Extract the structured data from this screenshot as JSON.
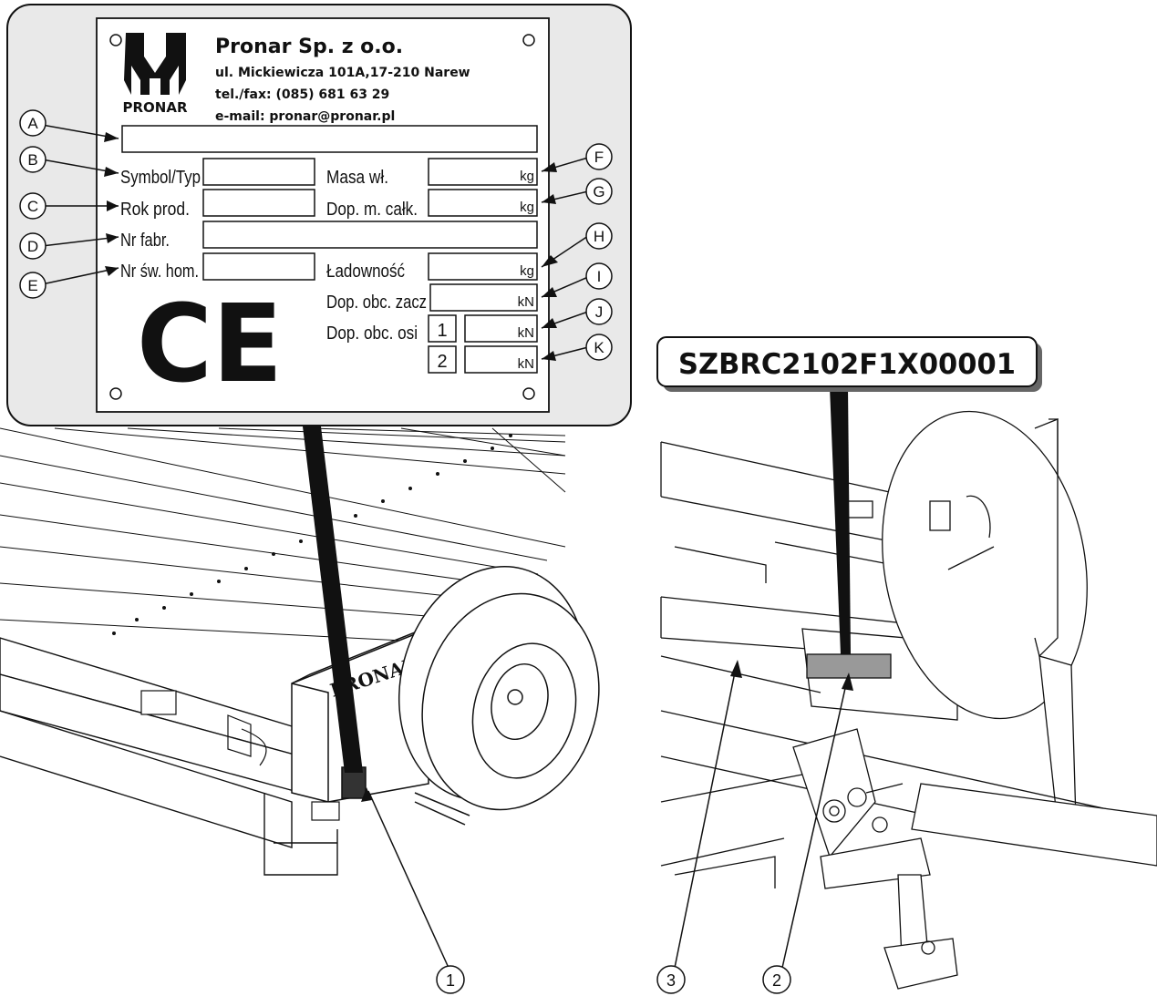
{
  "plate": {
    "company": "Pronar Sp. z o.o.",
    "address": "ul. Mickiewicza 101A,17-210 Narew",
    "phone": "tel./fax: (085) 681 63 29",
    "email": "e-mail: pronar@pronar.pl",
    "logo_text": "PRONAR",
    "ce_mark": "CE",
    "fields": {
      "symbol": "Symbol/Typ",
      "year": "Rok prod.",
      "serial": "Nr fabr.",
      "homologation": "Nr św. hom.",
      "mass": "Masa wł.",
      "total_mass": "Dop. m. całk.",
      "load": "Ładowność",
      "hitch_load": "Dop. obc. zacz",
      "axle_load": "Dop. obc. osi"
    },
    "units": {
      "kg": "kg",
      "kn": "kN"
    },
    "axle_numbers": [
      "1",
      "2"
    ]
  },
  "callout_letters": [
    "A",
    "B",
    "C",
    "D",
    "E",
    "F",
    "G",
    "H",
    "I",
    "J",
    "K"
  ],
  "serial_number": "SZBRC2102F1X00001",
  "frame_brand": "PRONAR",
  "callout_numbers": [
    "1",
    "2",
    "3"
  ]
}
